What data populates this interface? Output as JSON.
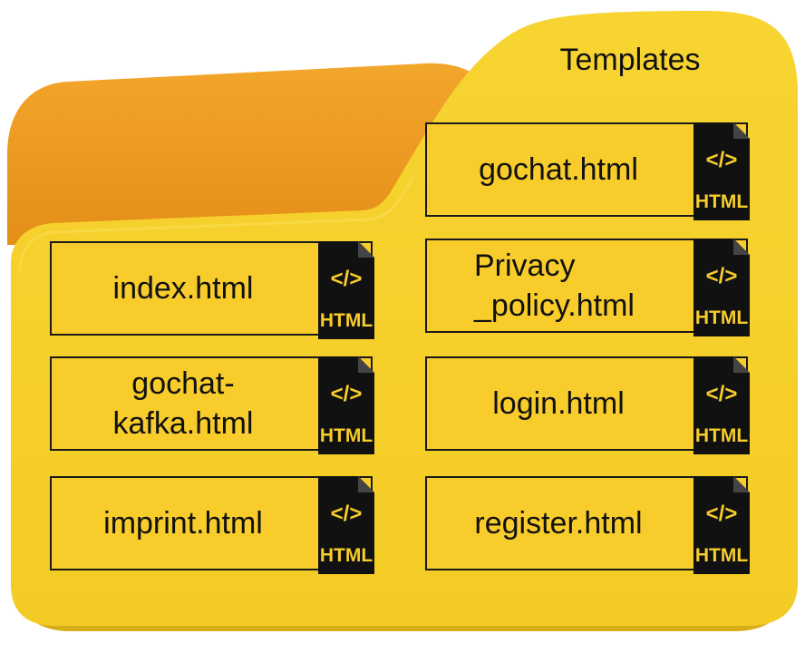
{
  "folder": {
    "title": "Templates"
  },
  "files_left": [
    {
      "label": "index.html"
    },
    {
      "label": "gochat-\nkafka.html"
    },
    {
      "label": "imprint.html"
    }
  ],
  "files_right": [
    {
      "label": "gochat.html"
    },
    {
      "label": "Privacy\n_policy.html"
    },
    {
      "label": "login.html"
    },
    {
      "label": "register.html"
    }
  ],
  "icon": {
    "name": "html-file-icon",
    "code_text": "</>",
    "badge_text": "HTML"
  },
  "colors": {
    "folder_back": "#F2A22A",
    "folder_front": "#F6D02F",
    "folder_shadow": "#D9AF18",
    "card_fill": "#F7CC2B",
    "border": "#1A1A1A"
  }
}
